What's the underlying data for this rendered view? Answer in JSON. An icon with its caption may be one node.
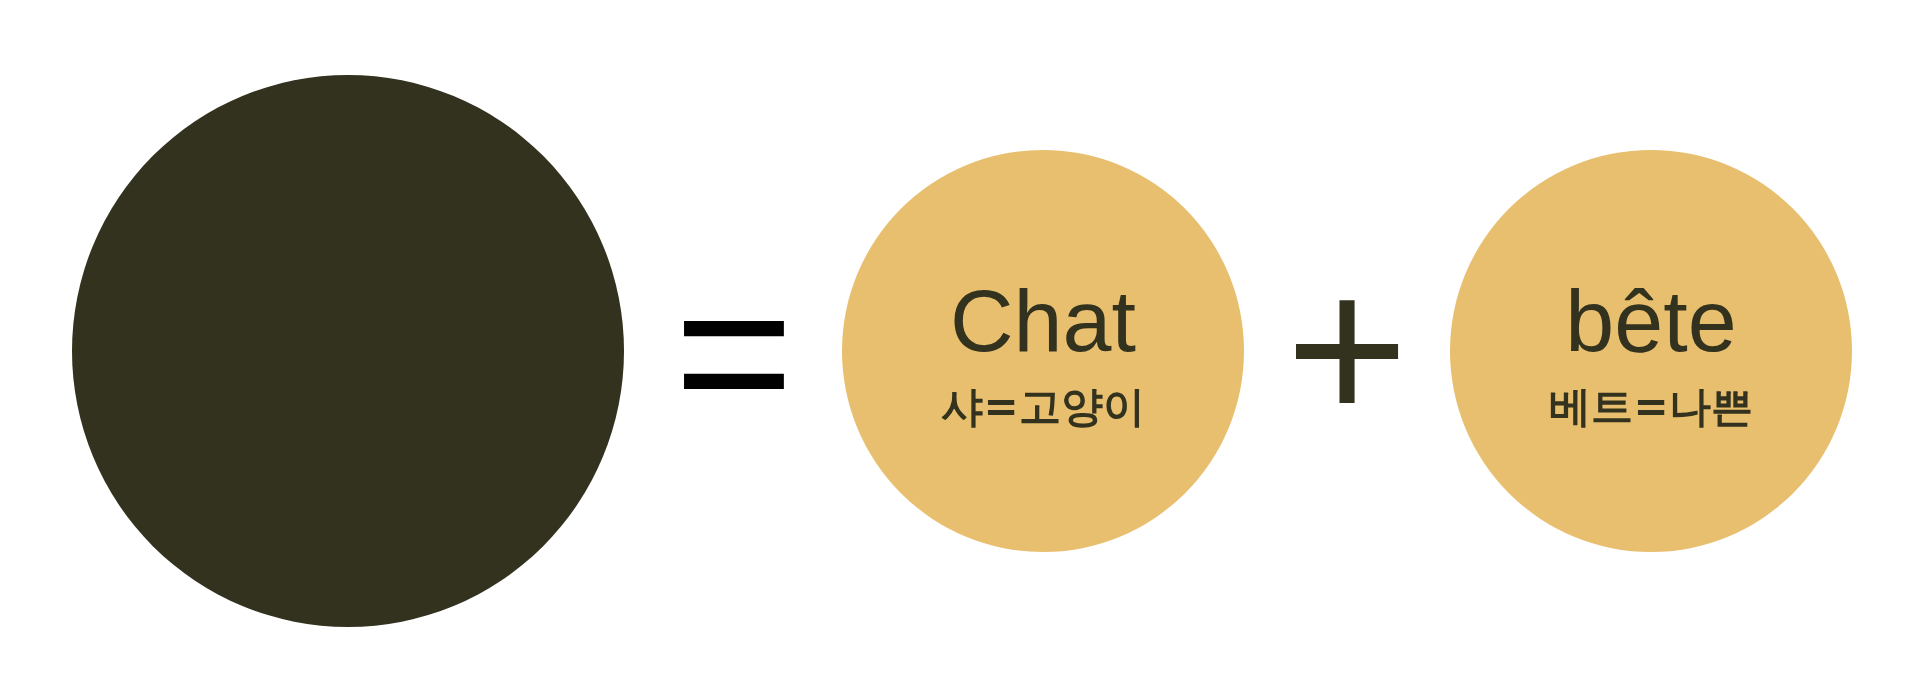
{
  "diagram": {
    "nodes": [
      {
        "text": [],
        "shape": "circle"
      },
      {
        "text": [
          "Chat",
          "샤=고양이"
        ]
      },
      {
        "text": [
          "bête",
          "베트=나쁜"
        ]
      }
    ],
    "labels": [
      "=",
      "+"
    ]
  }
}
